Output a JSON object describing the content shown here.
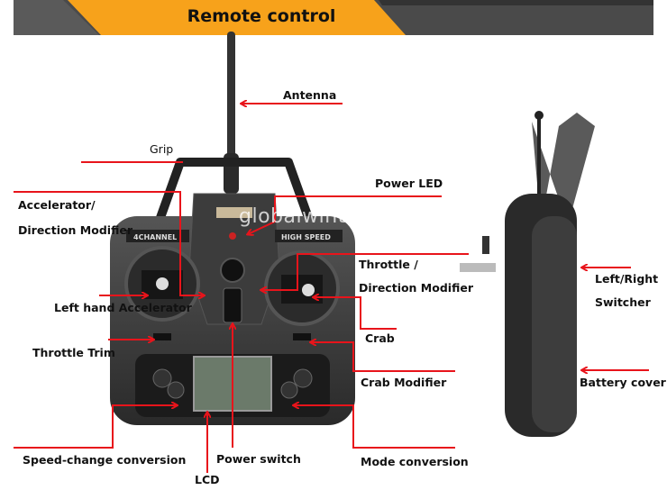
{
  "header": {
    "title": "Remote control"
  },
  "watermark": "globalwintoys.com",
  "device_text": {
    "left_panel": "4CHANNEL",
    "right_panel": "HIGH SPEED"
  },
  "labels": {
    "antenna": "Antenna",
    "grip": "Grip",
    "accelerator_1": "Accelerator/",
    "accelerator_2": "Direction Modifier",
    "power_led": "Power LED",
    "throttle_1": "Throttle /",
    "throttle_2": "Direction Modifier",
    "left_hand_accelerator": "Left hand Accelerator",
    "crab": "Crab",
    "throttle_trim": "Throttle Trim",
    "crab_modifier": "Crab Modifier",
    "speed_change": "Speed-change conversion",
    "lcd": "LCD",
    "power_switch": "Power switch",
    "mode_conversion": "Mode conversion",
    "left_right_1": "Left/Right",
    "left_right_2": "Switcher",
    "battery_cover": "Battery cover"
  },
  "colors": {
    "accent": "#f7a21b",
    "arrow": "#e8141b",
    "banner_dark": "#4a4a4a"
  }
}
